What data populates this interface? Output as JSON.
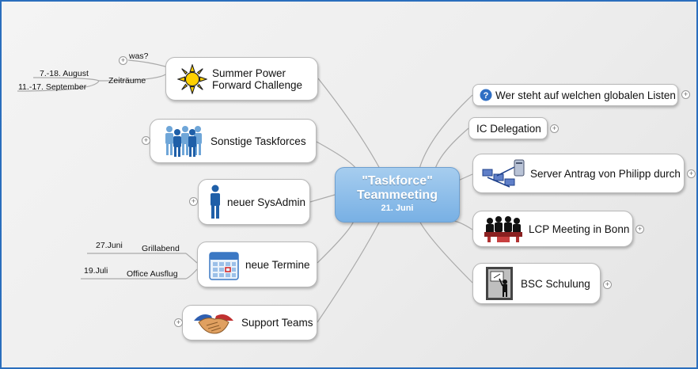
{
  "center": {
    "line1": "\"Taskforce\"",
    "line2": "Teammeeting",
    "date": "21. Juni"
  },
  "left": {
    "summer": {
      "line1": "Summer  Power",
      "line2": "Forward Challenge",
      "icon": "sun-icon"
    },
    "summer_sub": {
      "was": "was?",
      "zeitraeume": "Zeiträume",
      "date1": "7.-18. August",
      "date2": "11.-17. September"
    },
    "taskforces": {
      "label": "Sonstige Taskforces",
      "icon": "people-group-icon"
    },
    "sysadmin": {
      "label": "neuer SysAdmin",
      "icon": "person-icon"
    },
    "termine": {
      "label": "neue Termine",
      "icon": "calendar-icon"
    },
    "termine_sub": {
      "grillabend": "Grillabend",
      "grill_date": "27.Juni",
      "office": "Office Ausflug",
      "office_date": "19.Juli"
    },
    "support": {
      "label": "Support Teams",
      "icon": "handshake-icon"
    }
  },
  "right": {
    "listen": {
      "label": "Wer steht auf welchen globalen Listen",
      "icon": "help-icon"
    },
    "ic": {
      "label": "IC Delegation"
    },
    "server": {
      "label": "Server Antrag von Philipp durch",
      "icon": "network-icon"
    },
    "lcp": {
      "label": "LCP Meeting in Bonn",
      "icon": "meeting-icon"
    },
    "bsc": {
      "label": "BSC Schulung",
      "icon": "presentation-icon"
    }
  },
  "expand_symbol": "+",
  "colors": {
    "border": "#2a6ebd",
    "center_fill": "#8fc0ea",
    "line": "#a9a9a9"
  }
}
